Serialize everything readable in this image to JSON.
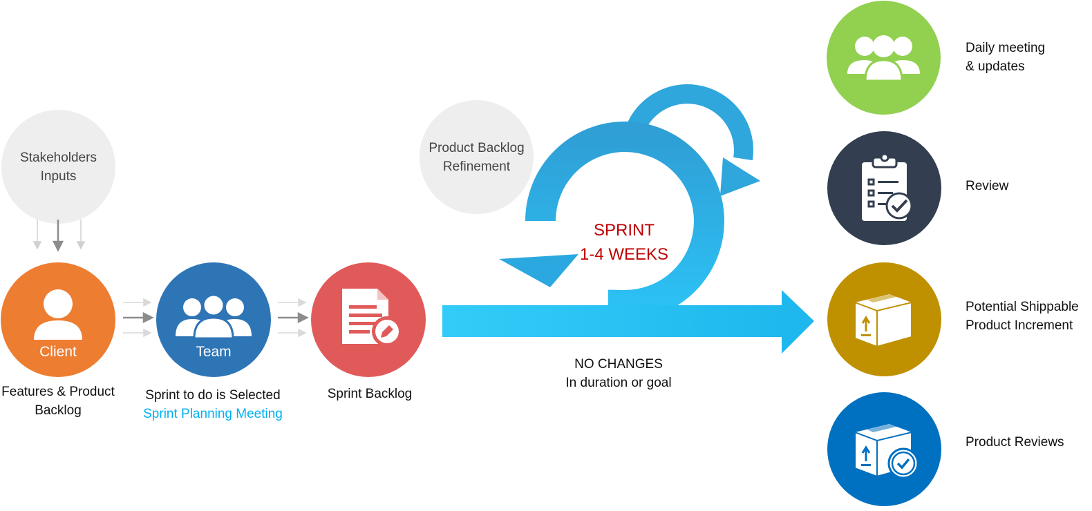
{
  "stakeholders": {
    "line1": "Stakeholders",
    "line2": "Inputs"
  },
  "refinement": {
    "line1": "Product Backlog",
    "line2": "Refinement"
  },
  "client": {
    "label": "Client",
    "caption_line1": "Features & Product",
    "caption_line2": "Backlog"
  },
  "team": {
    "label": "Team",
    "caption_line1": "Sprint to do is Selected",
    "caption_line2": "Sprint Planning Meeting"
  },
  "sprint_backlog": {
    "caption": "Sprint Backlog"
  },
  "sprint": {
    "line1": "SPRINT",
    "line2": "1-4 WEEKS"
  },
  "no_changes": {
    "line1": "NO CHANGES",
    "line2": "In duration or goal"
  },
  "outcomes": [
    {
      "line1": "Daily meeting",
      "line2": "& updates",
      "icon": "people-icon"
    },
    {
      "line1": "Review",
      "line2": "",
      "icon": "clipboard-checklist-icon"
    },
    {
      "line1": "Potential Shippable",
      "line2": "Product Increment",
      "icon": "package-icon"
    },
    {
      "line1": "Product Reviews",
      "line2": "",
      "icon": "package-check-icon"
    }
  ],
  "colors": {
    "client": "#ed7d31",
    "team": "#2e75b6",
    "sprint_backlog": "#e05a5a",
    "daily": "#92d050",
    "review": "#333f50",
    "increment": "#bf9000",
    "product_reviews": "#0070c0",
    "arrow": "#29c2f4",
    "sprint_text": "#c00000",
    "planning_text": "#00b0f0",
    "gray_circle": "#eeeeee"
  }
}
